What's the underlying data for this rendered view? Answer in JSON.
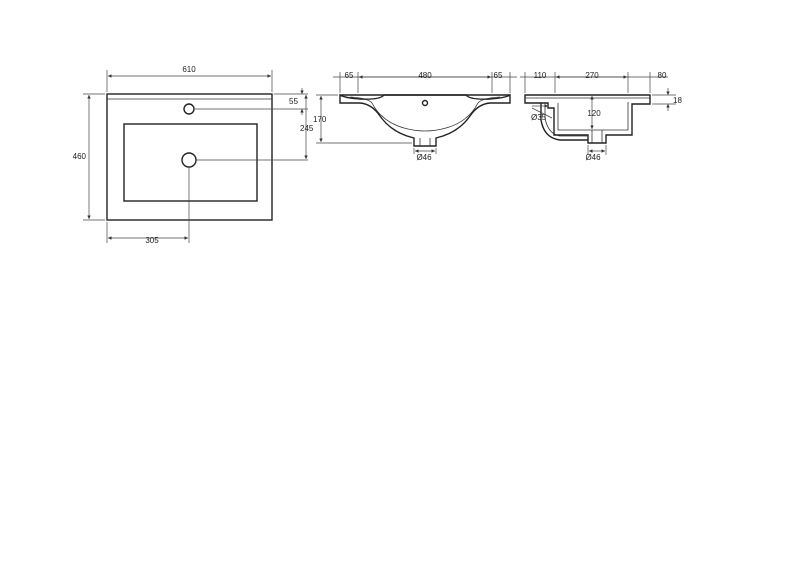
{
  "top_view": {
    "width": "610",
    "depth": "460",
    "tap_offset": "55",
    "drain_offset": "245",
    "center_offset": "305"
  },
  "front_view": {
    "left_rim": "65",
    "bowl_width": "480",
    "right_rim": "65",
    "height": "170",
    "drain_diameter": "Ø46"
  },
  "side_view": {
    "back_rim": "110",
    "bowl_depth": "270",
    "front_rim": "80",
    "rim_thickness": "18",
    "inner_depth": "120",
    "overflow_diameter": "Ø35",
    "drain_diameter": "Ø46"
  }
}
